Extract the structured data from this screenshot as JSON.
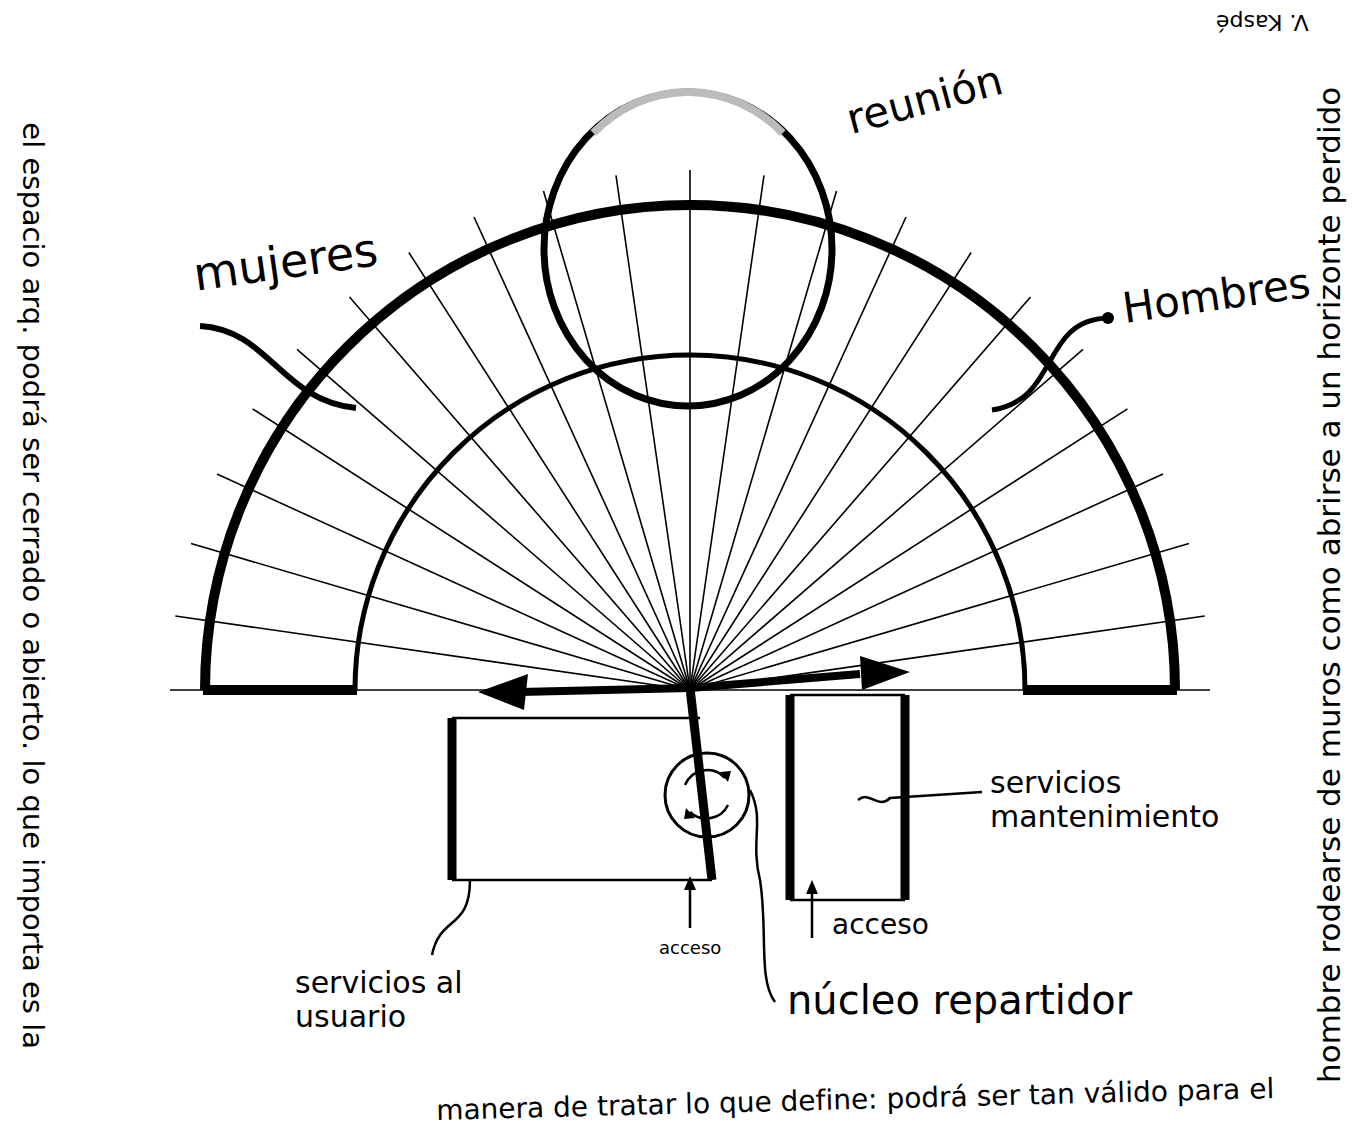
{
  "diagram": {
    "nodes": [
      {
        "text": [
          "reunión"
        ]
      }
    ],
    "labels": [
      "mujeres",
      "Hombres",
      "servicios al usuario",
      "servicios mantenimiento",
      "acceso",
      "acceso",
      "núcleo repartidor",
      "el espacio arq. podrá ser cerrado o abierto. lo que importa es la",
      "manera de tratar lo que define: podrá ser tan válido para el",
      "hombre rodearse de muros como abrirse a un horizonte perdido",
      "V. Kaspé"
    ]
  }
}
